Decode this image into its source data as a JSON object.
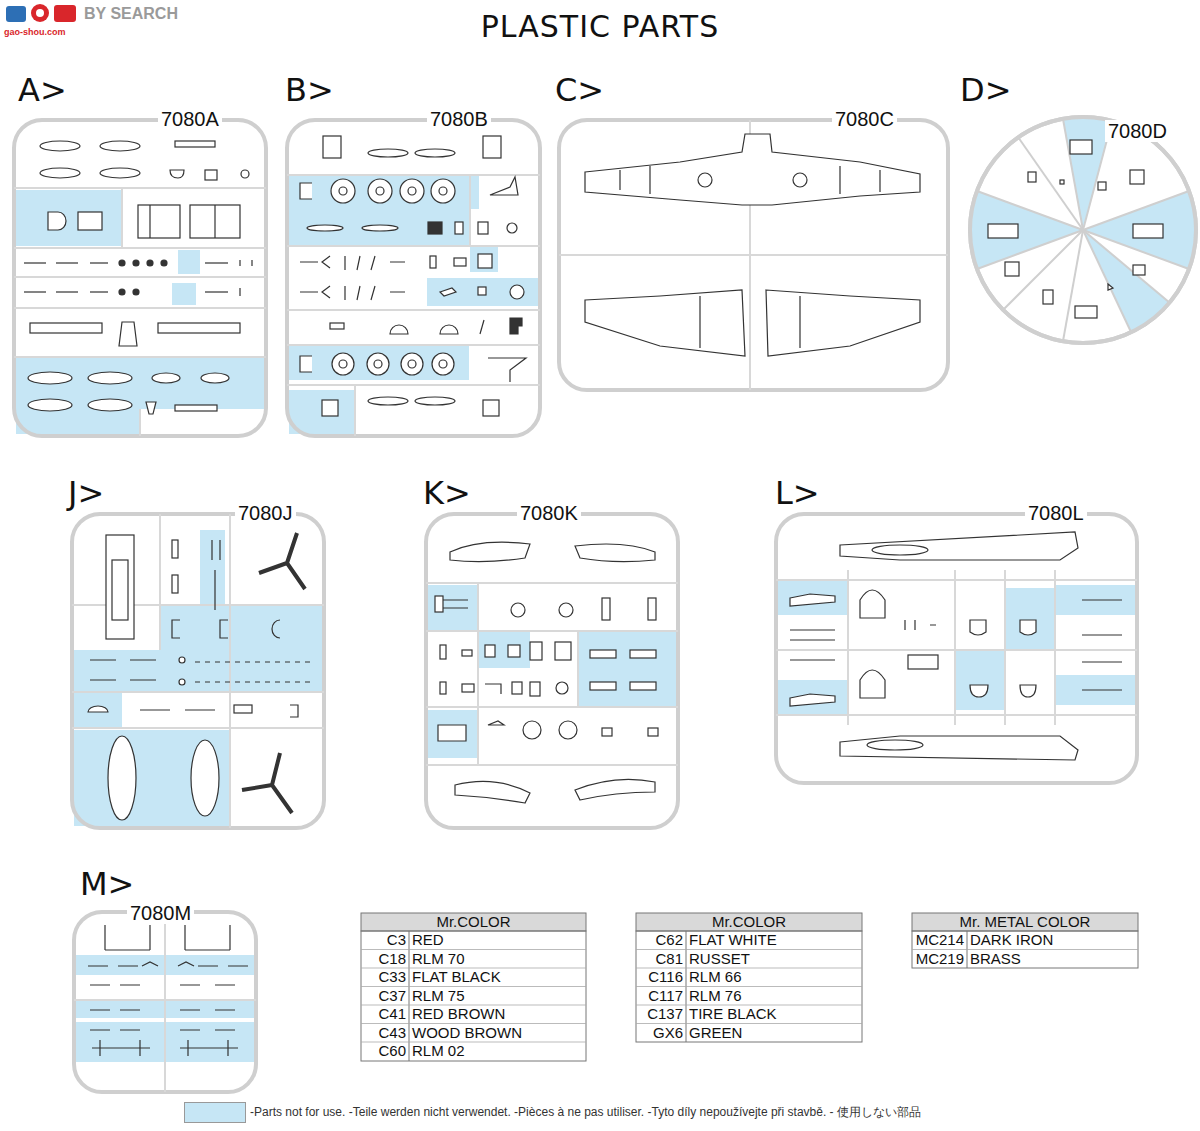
{
  "diagram": {
    "title": "PLASTIC PARTS",
    "nodes": [
      {
        "text": [
          "A>",
          "7080A"
        ]
      },
      {
        "text": [
          "B>",
          "7080B"
        ]
      },
      {
        "text": [
          "C>",
          "7080C"
        ]
      },
      {
        "text": [
          "D>",
          "7080D"
        ]
      },
      {
        "text": [
          "J>",
          "7080J"
        ]
      },
      {
        "text": [
          "K>",
          "7080K"
        ]
      },
      {
        "text": [
          "L>",
          "7080L"
        ]
      },
      {
        "text": [
          "M>",
          "7080M"
        ]
      }
    ],
    "labels": [
      "BY SEARCH",
      "gao-shou.com",
      "Mr.COLOR",
      "C3",
      "RED",
      "C18",
      "RLM 70",
      "C33",
      "FLAT BLACK",
      "C37",
      "RLM 75",
      "C41",
      "RED BROWN",
      "C43",
      "WOOD BROWN",
      "C60",
      "RLM 02",
      "Mr.COLOR",
      "C62",
      "FLAT WHITE",
      "C81",
      "RUSSET",
      "C116",
      "RLM 66",
      "C117",
      "RLM 76",
      "C137",
      "TIRE BLACK",
      "GX6",
      "GREEN",
      "Mr. METAL COLOR",
      "MC214",
      "DARK IRON",
      "MC219",
      "BRASS"
    ],
    "legend": [
      {
        "text": "-Parts not for use. -Teile werden nicht verwendet. -Pièces à ne pas utiliser. -Tyto díly nepoužívejte při stavbě. - 使用しない部品",
        "color": "#c6e6f5"
      }
    ]
  }
}
